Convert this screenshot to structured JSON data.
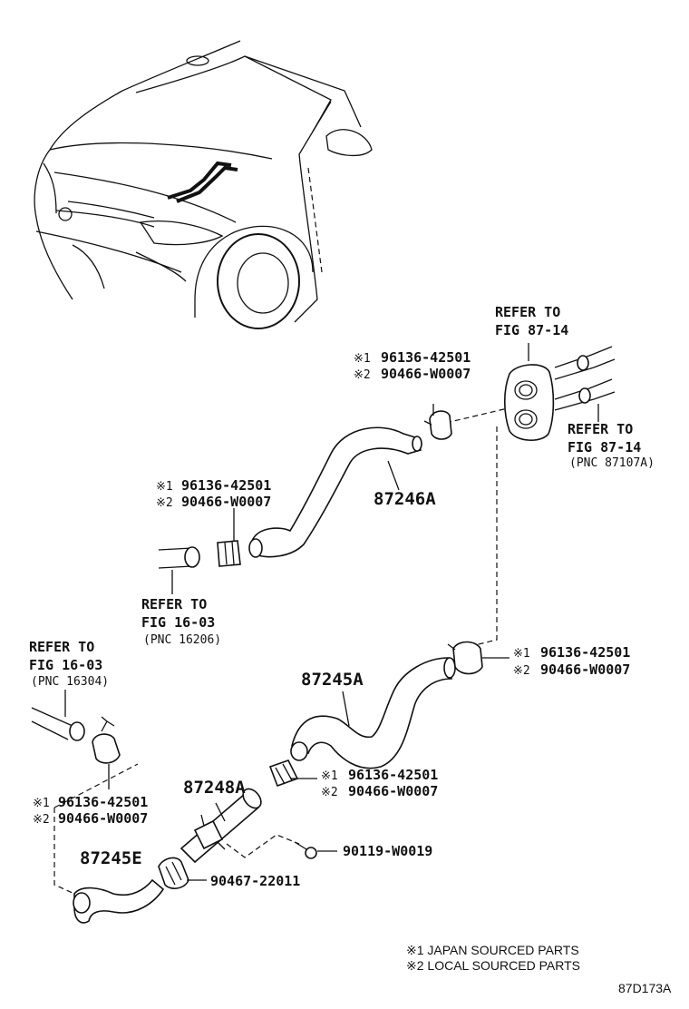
{
  "labels": {
    "refer_to": "REFER TO",
    "fig_87_14": "FIG 87-14",
    "pnc_87107a": "(PNC 87107A)",
    "fig_16_03": "FIG 16-03",
    "pnc_16206": "(PNC 16206)",
    "pnc_16304": "(PNC 16304)",
    "mark1": "※1",
    "mark2": "※2",
    "clip_a": "96136-42501",
    "clip_b": "90466-W0007",
    "hose_87246a": "87246A",
    "hose_87245a": "87245A",
    "hose_87245e": "87245E",
    "pipe_87248a": "87248A",
    "bolt": "90119-W0019",
    "clamp": "90467-22011"
  },
  "notes": {
    "japan": "※1 JAPAN SOURCED PARTS",
    "local": "※2 LOCAL SOURCED PARTS"
  },
  "figure_id": "87D173A"
}
